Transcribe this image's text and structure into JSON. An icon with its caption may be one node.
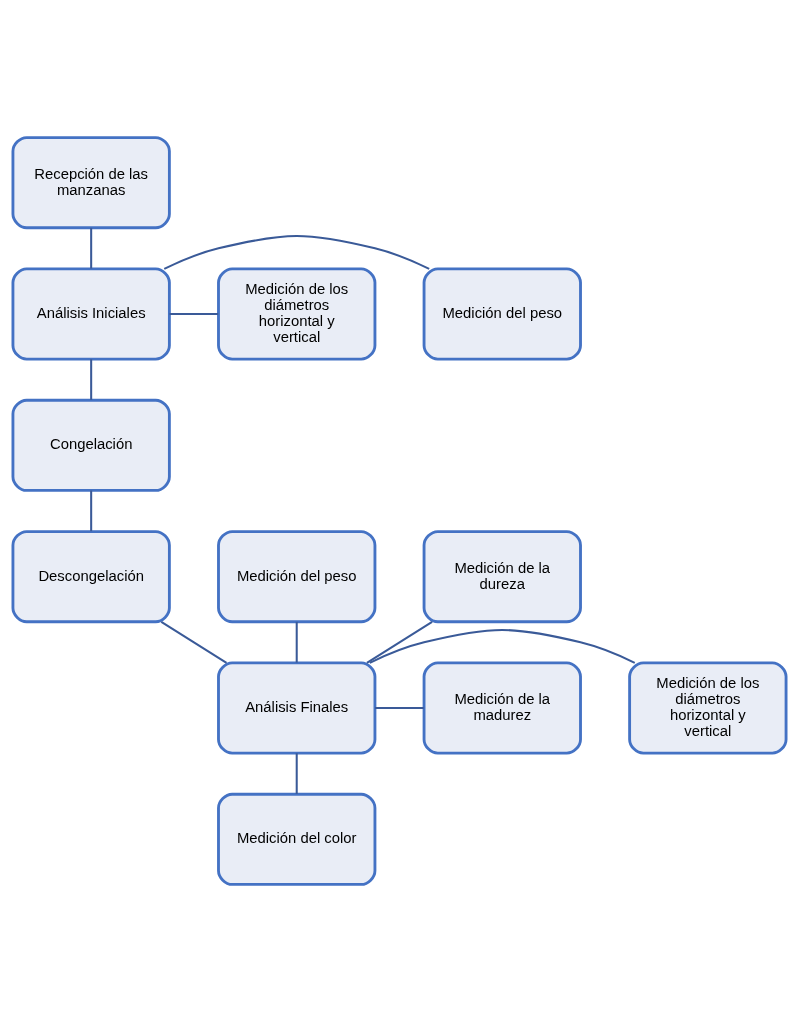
{
  "diagram": {
    "nodes": [
      {
        "text": [
          "Recepción de las manzanas"
        ]
      },
      {
        "text": [
          "Medición del peso"
        ]
      },
      {
        "text": [
          "Análisis Iniciales"
        ]
      },
      {
        "text": [
          "Medición de los diámetros horizontal y vertical"
        ]
      },
      {
        "text": [
          "Congelación"
        ]
      },
      {
        "text": [
          "Medición del peso"
        ]
      },
      {
        "text": [
          "Descongelación"
        ]
      },
      {
        "text": [
          "Medición de la dureza"
        ]
      },
      {
        "text": [
          "Medición de los diámetros horizontal y vertical"
        ]
      },
      {
        "text": [
          "Análisis Finales"
        ]
      },
      {
        "text": [
          "Medición de la madurez"
        ]
      },
      {
        "text": [
          "Medición del color"
        ]
      }
    ],
    "edges": [
      {
        "from": 0,
        "to": 2,
        "arrow": "none"
      },
      {
        "from": 2,
        "to": 1,
        "arrow": "none"
      },
      {
        "from": 2,
        "to": 3,
        "arrow": "none"
      },
      {
        "from": 2,
        "to": 4,
        "arrow": "none"
      },
      {
        "from": 4,
        "to": 6,
        "arrow": "none"
      },
      {
        "from": 6,
        "to": 9,
        "arrow": "none"
      },
      {
        "from": 9,
        "to": 5,
        "arrow": "none"
      },
      {
        "from": 9,
        "to": 7,
        "arrow": "none"
      },
      {
        "from": 9,
        "to": 8,
        "arrow": "none"
      },
      {
        "from": 9,
        "to": 10,
        "arrow": "none"
      },
      {
        "from": 9,
        "to": 11,
        "arrow": "none"
      }
    ]
  }
}
